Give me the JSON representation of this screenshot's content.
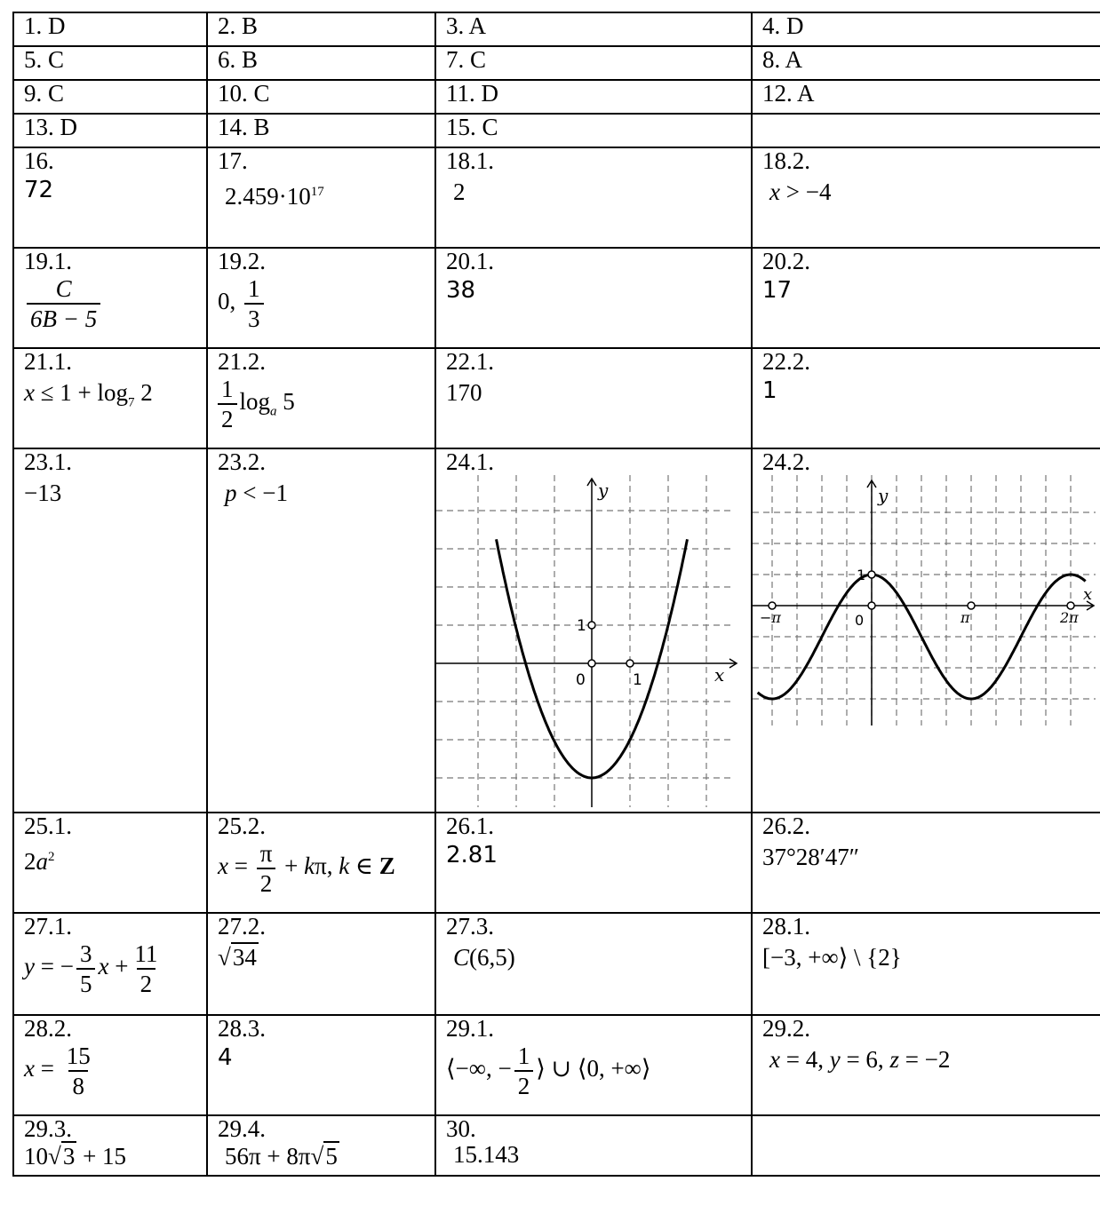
{
  "answers": {
    "r1": [
      "1. D",
      "2. B",
      "3. A",
      "4. D"
    ],
    "r2": [
      "5. C",
      "6. B",
      "7. C",
      "8. A"
    ],
    "r3": [
      "9. C",
      "10. C",
      "11. D",
      "12. A"
    ],
    "r4": [
      "13. D",
      "14. B",
      "15. C"
    ],
    "q16": {
      "label": "16.",
      "answer": "72"
    },
    "q17": {
      "label": "17.",
      "mantissa": "2.459·10",
      "exp": "17"
    },
    "q18_1": {
      "label": "18.1.",
      "answer": "2"
    },
    "q18_2": {
      "label": "18.2.",
      "var": "x",
      "rel": " > −4"
    },
    "q19_1": {
      "label": "19.1.",
      "num": "C",
      "den": "6B − 5"
    },
    "q19_2": {
      "label": "19.2.",
      "pre": "0,",
      "num": "1",
      "den": "3"
    },
    "q20_1": {
      "label": "20.1.",
      "answer": "38"
    },
    "q20_2": {
      "label": "20.2.",
      "answer": "17"
    },
    "q21_1": {
      "label": "21.1.",
      "var": "x",
      "pre": " ≤ 1 + log",
      "sub": "7",
      "post": " 2"
    },
    "q21_2": {
      "label": "21.2.",
      "num": "1",
      "den": "2",
      "log": "log",
      "sub": "a",
      "post": " 5"
    },
    "q22_1": {
      "label": "22.1.",
      "answer": "170"
    },
    "q22_2": {
      "label": "22.2.",
      "answer": "1"
    },
    "q23_1": {
      "label": "23.1.",
      "answer": "−13"
    },
    "q23_2": {
      "label": "23.2.",
      "var": "p",
      "rel": " < −1"
    },
    "q24_1": {
      "label": "24.1.",
      "axis_x": "x",
      "axis_y": "y",
      "tick_origin": "0",
      "tick_x": "1",
      "tick_y": "1"
    },
    "q24_2": {
      "label": "24.2.",
      "axis_x": "x",
      "axis_y": "y",
      "tick_origin": "0",
      "tick_y": "1",
      "tick_neg_pi": "−π",
      "tick_pi": "π",
      "tick_2pi": "2π"
    },
    "q25_1": {
      "label": "25.1.",
      "base": "2",
      "var": "a",
      "exp": "2"
    },
    "q25_2": {
      "label": "25.2.",
      "var": "x",
      "eq": " = ",
      "num": "π",
      "den": "2",
      "mid": " + ",
      "k": "k",
      "pi": "π, ",
      "k2": "k",
      "inz": " ∈ ",
      "Z": "Z"
    },
    "q26_1": {
      "label": "26.1.",
      "answer": "2.81"
    },
    "q26_2": {
      "label": "26.2.",
      "answer": "37°28′47″"
    },
    "q27_1": {
      "label": "27.1.",
      "var": "y",
      "eq": " = −",
      "num1": "3",
      "den1": "5",
      "x": "x",
      "plus": " +",
      "num2": "11",
      "den2": "2"
    },
    "q27_2": {
      "label": "27.2.",
      "rad": "34"
    },
    "q27_3": {
      "label": "27.3.",
      "pt": "C",
      "coords": "(6,5)"
    },
    "q28_1": {
      "label": "28.1.",
      "answer": "[−3, +∞⟩ \\ {2}"
    },
    "q28_2": {
      "label": "28.2.",
      "var": "x",
      "eq": " = ",
      "num": "15",
      "den": "8"
    },
    "q28_3": {
      "label": "28.3.",
      "answer": "4"
    },
    "q29_1": {
      "label": "29.1.",
      "pre": "⟨−∞, −",
      "num": "1",
      "den": "2",
      "post": "⟩ ∪ ⟨0, +∞⟩"
    },
    "q29_2": {
      "label": "29.2.",
      "x": "x",
      "xv": " = 4, ",
      "y": "y",
      "yv": " = 6, ",
      "z": "z",
      "zv": " = −2"
    },
    "q29_3": {
      "label": "29.3.",
      "pre": "10",
      "rad": "3",
      "post": " + 15"
    },
    "q29_4": {
      "label": "29.4.",
      "pre": "56π + 8π",
      "rad": "5"
    },
    "q30": {
      "label": "30.",
      "answer": "15.143"
    }
  }
}
